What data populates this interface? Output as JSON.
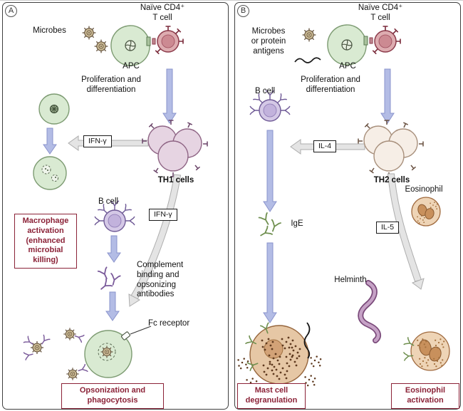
{
  "figure": {
    "panel_a": {
      "badge": "A",
      "naive_t_cell": "Naïve CD4⁺ T cell",
      "microbes": "Microbes",
      "apc": "APC",
      "proliferation": "Proliferation and differentiation",
      "ifn_gamma_1": "IFN-γ",
      "th1_cells": "TH1 cells",
      "b_cell": "B cell",
      "ifn_gamma_2": "IFN-γ",
      "macrophage_activation": "Macrophage activation (enhanced microbial killing)",
      "complement": "Complement binding and opsonizing antibodies",
      "fc_receptor": "Fc receptor",
      "opsonization": "Opsonization and phagocytosis"
    },
    "panel_b": {
      "badge": "B",
      "naive_t_cell": "Naïve CD4⁺ T cell",
      "microbes_or_antigens": "Microbes or protein antigens",
      "apc": "APC",
      "proliferation": "Proliferation and differentiation",
      "b_cell": "B cell",
      "il_4": "IL-4",
      "th2_cells": "TH2 cells",
      "ige": "IgE",
      "eosinophil": "Eosinophil",
      "il_5": "IL-5",
      "helminth": "Helminth",
      "mast_cell_degranulation": "Mast cell degranulation",
      "eosinophil_activation": "Eosinophil activation"
    },
    "colors": {
      "red_label": "#8b2237",
      "blue_arrow": "#b3bce5",
      "gray_arrow": "#e4e4e4",
      "apc_green": "#d9ead2",
      "t_cell_pink": "#ddacb0",
      "th1_mauve": "#e6d4e2",
      "th2_cream": "#f6eee6",
      "b_cell_purple": "#d4c8e6",
      "granulocyte_tan": "#eed4b6"
    }
  }
}
